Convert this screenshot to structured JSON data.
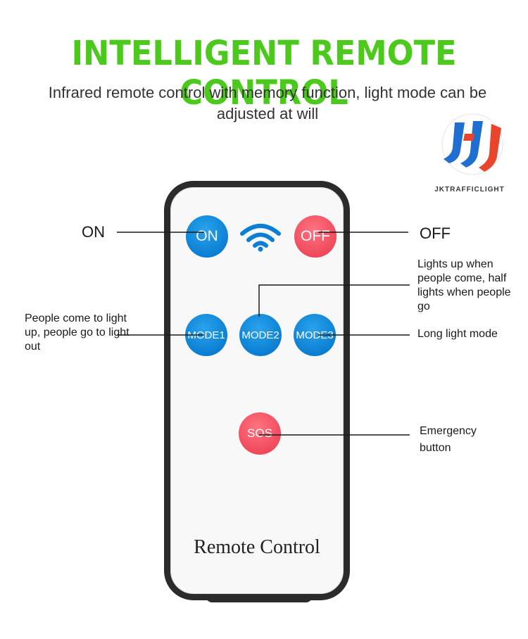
{
  "header": {
    "title": "INTELLIGENT REMOTE CONTROL",
    "subtitle": "Infrared remote control with memory function, light mode can be adjusted at will",
    "title_color": "#4bc91c"
  },
  "logo": {
    "text": "JKTRAFFICLIGHT",
    "colors": [
      "#1f6fd1",
      "#e8452c"
    ]
  },
  "remote": {
    "label": "Remote Control",
    "buttons": {
      "on": "ON",
      "off": "OFF",
      "mode1": "MODE1",
      "mode2": "MODE2",
      "mode3": "MODE3",
      "sos": "SOS"
    },
    "icon": "wifi-icon",
    "colors": {
      "blue": "#0b7fd3",
      "red": "#f04a5c"
    }
  },
  "callouts": {
    "on": "ON",
    "off": "OFF",
    "mode1": "People come to light up, people go to light out",
    "mode2": "Lights up when people come, half lights when people go",
    "mode3": "Long light mode",
    "sos": "Emergency button"
  }
}
